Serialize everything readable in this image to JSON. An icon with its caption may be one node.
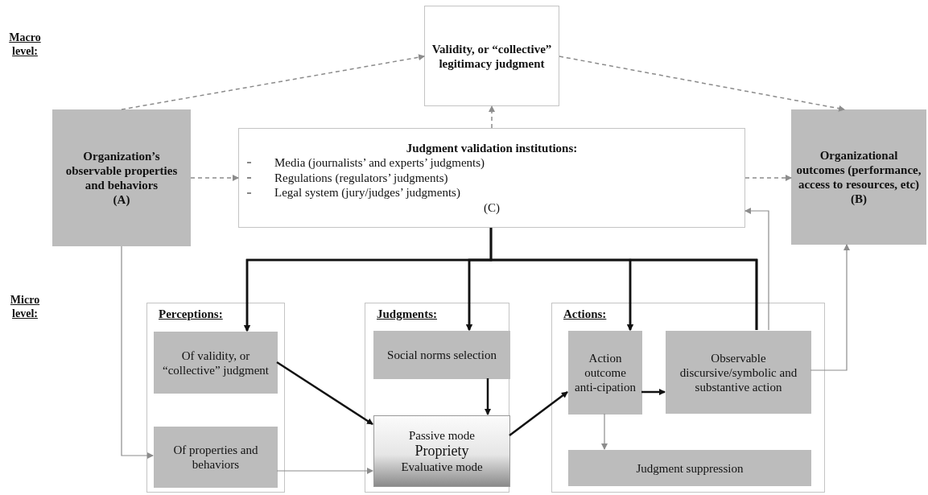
{
  "diagram": {
    "nodes": [
      {
        "text": [
          "Validity, or “collective” legitimacy judgment"
        ]
      },
      {
        "text": [
          "Organization’s observable properties and behaviors",
          "(A)"
        ]
      },
      {
        "text": [
          "Judgment validation institutions:",
          "Media (journalists’ and experts’ judgments)",
          "Regulations (regulators’ judgments)",
          "Legal system (jury/judges’ judgments)",
          "(C)"
        ]
      },
      {
        "text": [
          "Organizational outcomes (performance, access to resources, etc)",
          "(B)"
        ]
      },
      {
        "text": [
          "Perceptions:"
        ]
      },
      {
        "text": [
          "Of validity, or “collective” judgment"
        ],
        "in": 4
      },
      {
        "text": [
          "Of properties and behaviors"
        ],
        "in": 4
      },
      {
        "text": [
          "Judgments:"
        ]
      },
      {
        "text": [
          "Social norms selection"
        ],
        "in": 7
      },
      {
        "text": [
          "Passive mode",
          "Propriety",
          "Evaluative mode"
        ],
        "in": 7
      },
      {
        "text": [
          "Actions:"
        ]
      },
      {
        "text": [
          "Action outcome anti-cipation"
        ],
        "in": 10
      },
      {
        "text": [
          "Observable discursive/symbolic and substantive action"
        ],
        "in": 10
      },
      {
        "text": [
          "Judgment suppression"
        ],
        "in": 10
      }
    ],
    "edges": [
      {
        "from": 1,
        "to": 0,
        "arrow": "to",
        "style": "dashed",
        "color": "#8c8c8c"
      },
      {
        "from": 0,
        "to": 3,
        "arrow": "to",
        "style": "dashed",
        "color": "#8c8c8c"
      },
      {
        "from": 2,
        "to": 0,
        "arrow": "to",
        "style": "dashed",
        "color": "#8c8c8c"
      },
      {
        "from": 1,
        "to": 2,
        "arrow": "to",
        "style": "dashed",
        "color": "#8c8c8c"
      },
      {
        "from": 2,
        "to": 3,
        "arrow": "to",
        "style": "dashed",
        "color": "#8c8c8c"
      },
      {
        "from": 1,
        "to": 6,
        "arrow": "to",
        "color": "#8c8c8c"
      },
      {
        "from": 12,
        "to": 2,
        "arrow": "to",
        "color": "#8c8c8c"
      },
      {
        "from": 12,
        "to": 3,
        "arrow": "to",
        "color": "#8c8c8c"
      },
      {
        "from": 2,
        "to": 5,
        "arrow": "to",
        "color": "#111111"
      },
      {
        "from": 2,
        "to": 8,
        "arrow": "to",
        "color": "#111111"
      },
      {
        "from": 2,
        "to": 11,
        "arrow": "to",
        "color": "#111111"
      },
      {
        "from": 12,
        "to": 5,
        "arrow": "to",
        "color": "#111111"
      },
      {
        "from": 12,
        "to": 8,
        "arrow": "to",
        "color": "#111111"
      },
      {
        "from": 12,
        "to": 11,
        "arrow": "to",
        "color": "#111111"
      },
      {
        "from": 5,
        "to": 9,
        "arrow": "to",
        "color": "#111111"
      },
      {
        "from": 6,
        "to": 9,
        "arrow": "to",
        "color": "#8c8c8c"
      },
      {
        "from": 8,
        "to": 9,
        "arrow": "to",
        "color": "#111111"
      },
      {
        "from": 9,
        "to": 11,
        "arrow": "to",
        "color": "#111111"
      },
      {
        "from": 11,
        "to": 12,
        "arrow": "to",
        "color": "#111111"
      },
      {
        "from": 11,
        "to": 13,
        "arrow": "to",
        "color": "#8c8c8c"
      }
    ],
    "labels": [
      "Macro level:",
      "Micro level:"
    ]
  }
}
